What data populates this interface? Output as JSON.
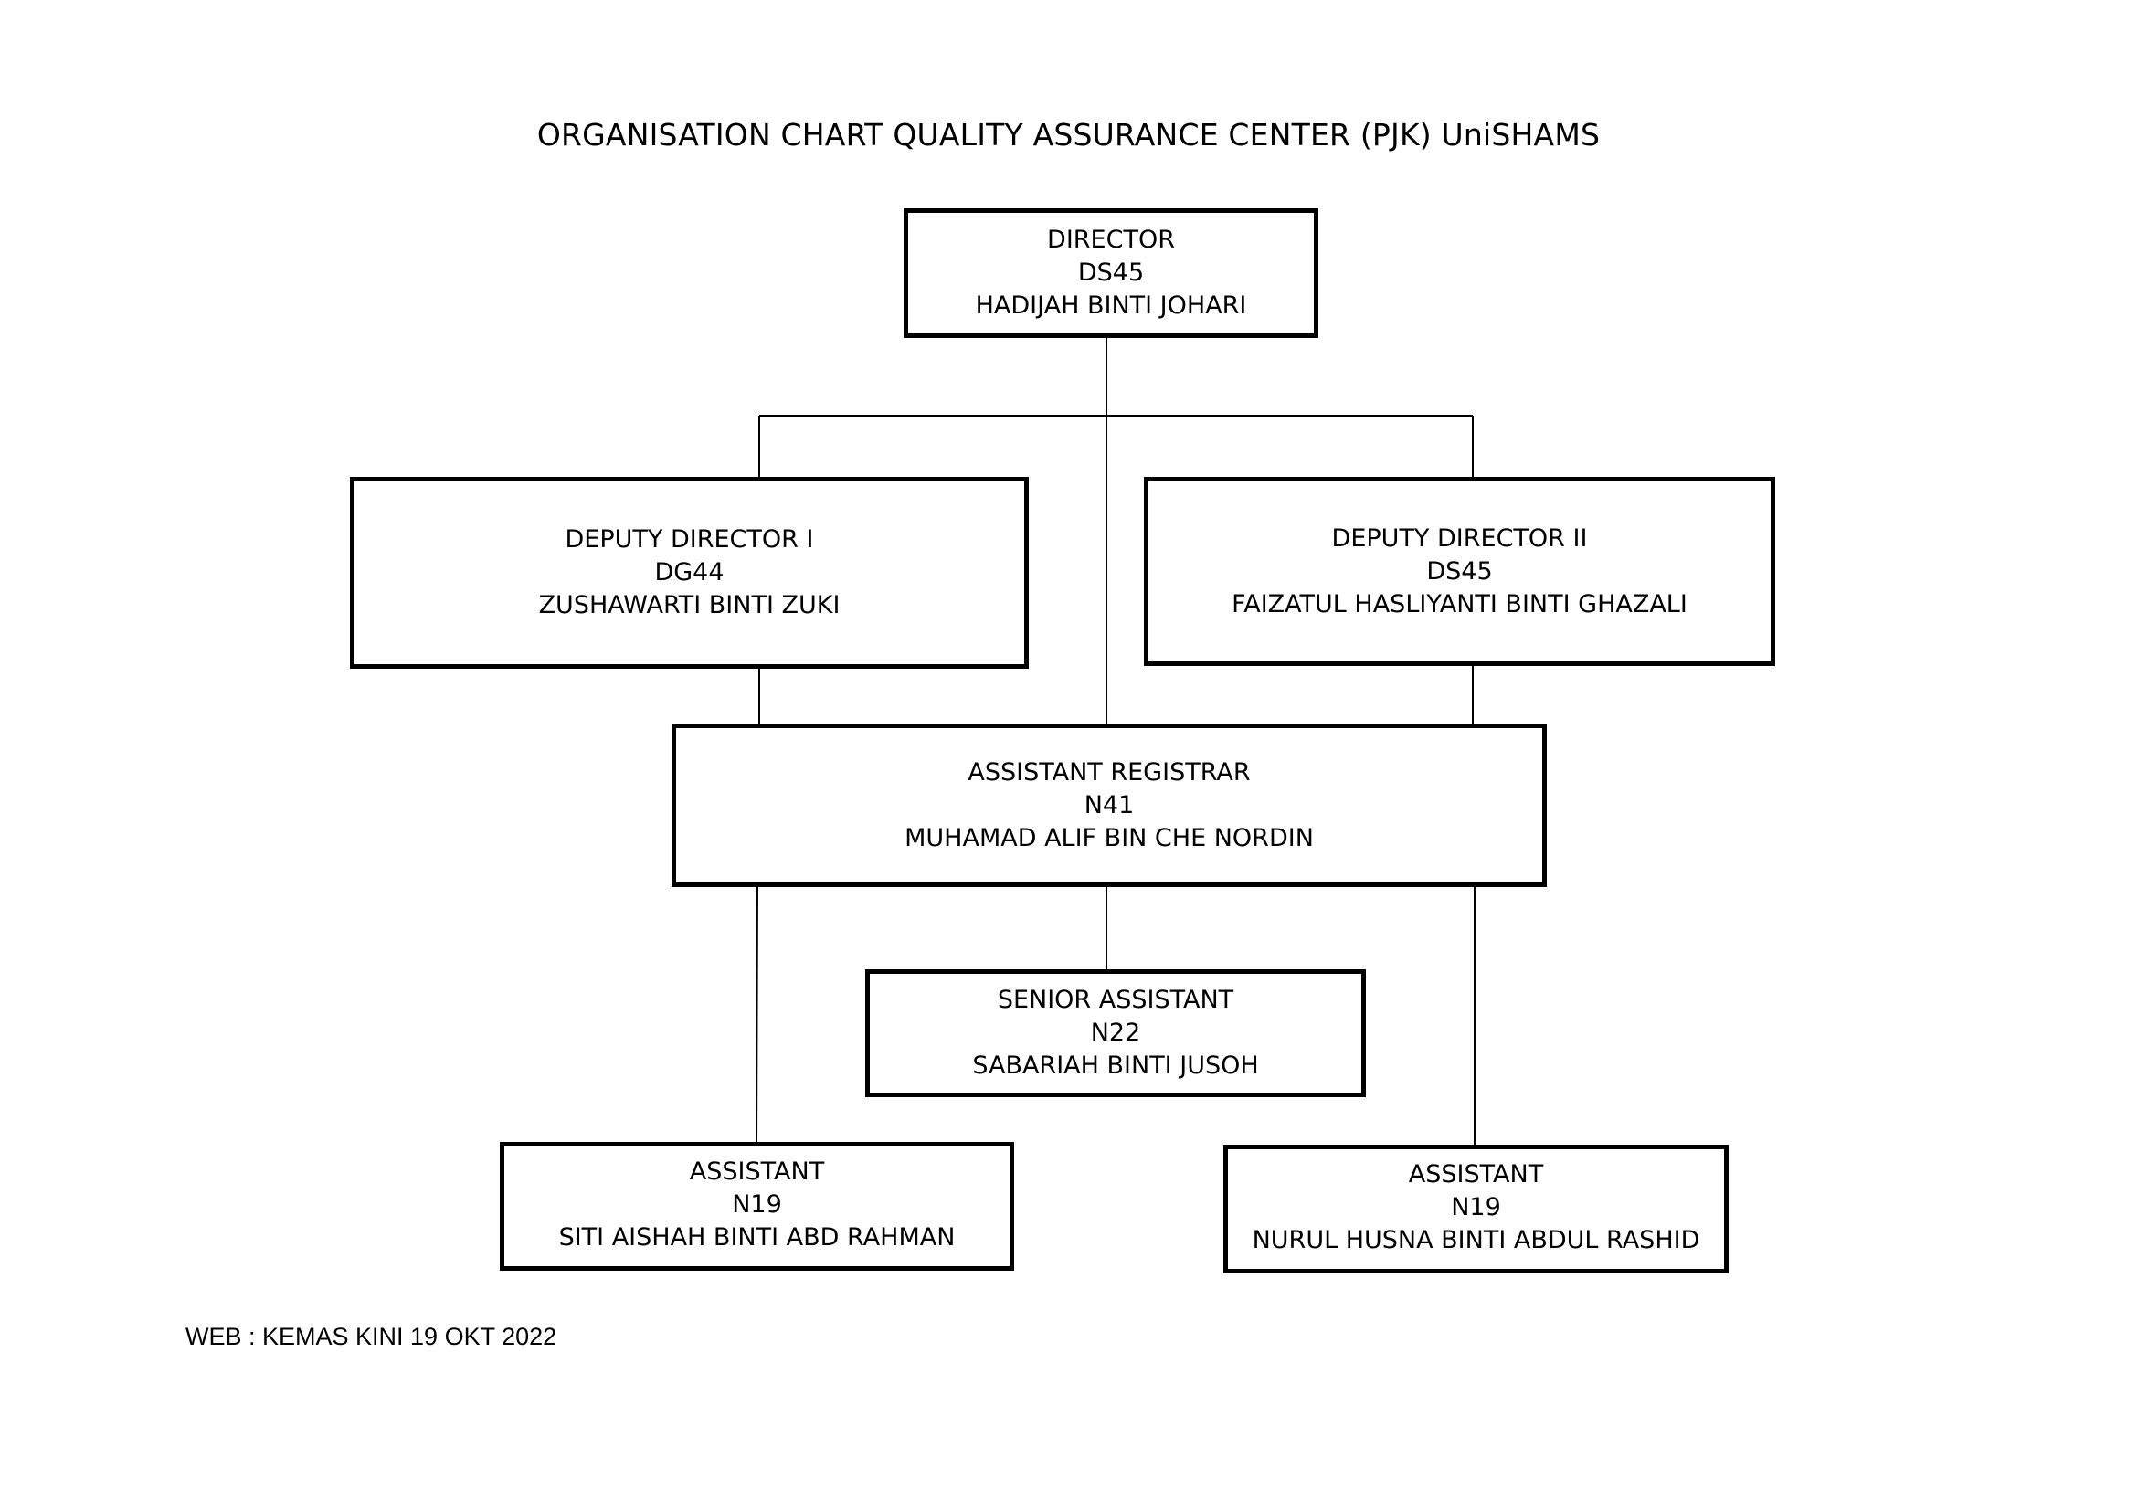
{
  "title": "ORGANISATION CHART QUALITY ASSURANCE CENTER (PJK) UniSHAMS",
  "footer": "WEB : KEMAS KINI 19 OKT 2022",
  "nodes": {
    "director": {
      "role": "DIRECTOR",
      "grade": "DS45",
      "name": "HADIJAH BINTI JOHARI"
    },
    "deputy_1": {
      "role": "DEPUTY DIRECTOR I",
      "grade": "DG44",
      "name": "ZUSHAWARTI BINTI ZUKI"
    },
    "deputy_2": {
      "role": "DEPUTY DIRECTOR II",
      "grade": "DS45",
      "name": "FAIZATUL HASLIYANTI BINTI GHAZALI"
    },
    "assistant_registrar": {
      "role": "ASSISTANT REGISTRAR",
      "grade": "N41",
      "name": "MUHAMAD ALIF BIN CHE NORDIN"
    },
    "senior_assistant": {
      "role": "SENIOR ASSISTANT",
      "grade": "N22",
      "name": "SABARIAH BINTI JUSOH"
    },
    "assistant_1": {
      "role": "ASSISTANT",
      "grade": "N19",
      "name": "SITI AISHAH BINTI ABD RAHMAN"
    },
    "assistant_2": {
      "role": "ASSISTANT",
      "grade": "N19",
      "name": "NURUL HUSNA BINTI ABDUL RASHID"
    }
  },
  "edges": [
    {
      "from": "director",
      "to": "deputy_1"
    },
    {
      "from": "director",
      "to": "deputy_2"
    },
    {
      "from": "director",
      "to": "assistant_registrar"
    },
    {
      "from": "deputy_1",
      "to": "assistant_registrar"
    },
    {
      "from": "deputy_2",
      "to": "assistant_registrar"
    },
    {
      "from": "assistant_registrar",
      "to": "senior_assistant"
    },
    {
      "from": "assistant_registrar",
      "to": "assistant_1"
    },
    {
      "from": "assistant_registrar",
      "to": "assistant_2"
    }
  ]
}
